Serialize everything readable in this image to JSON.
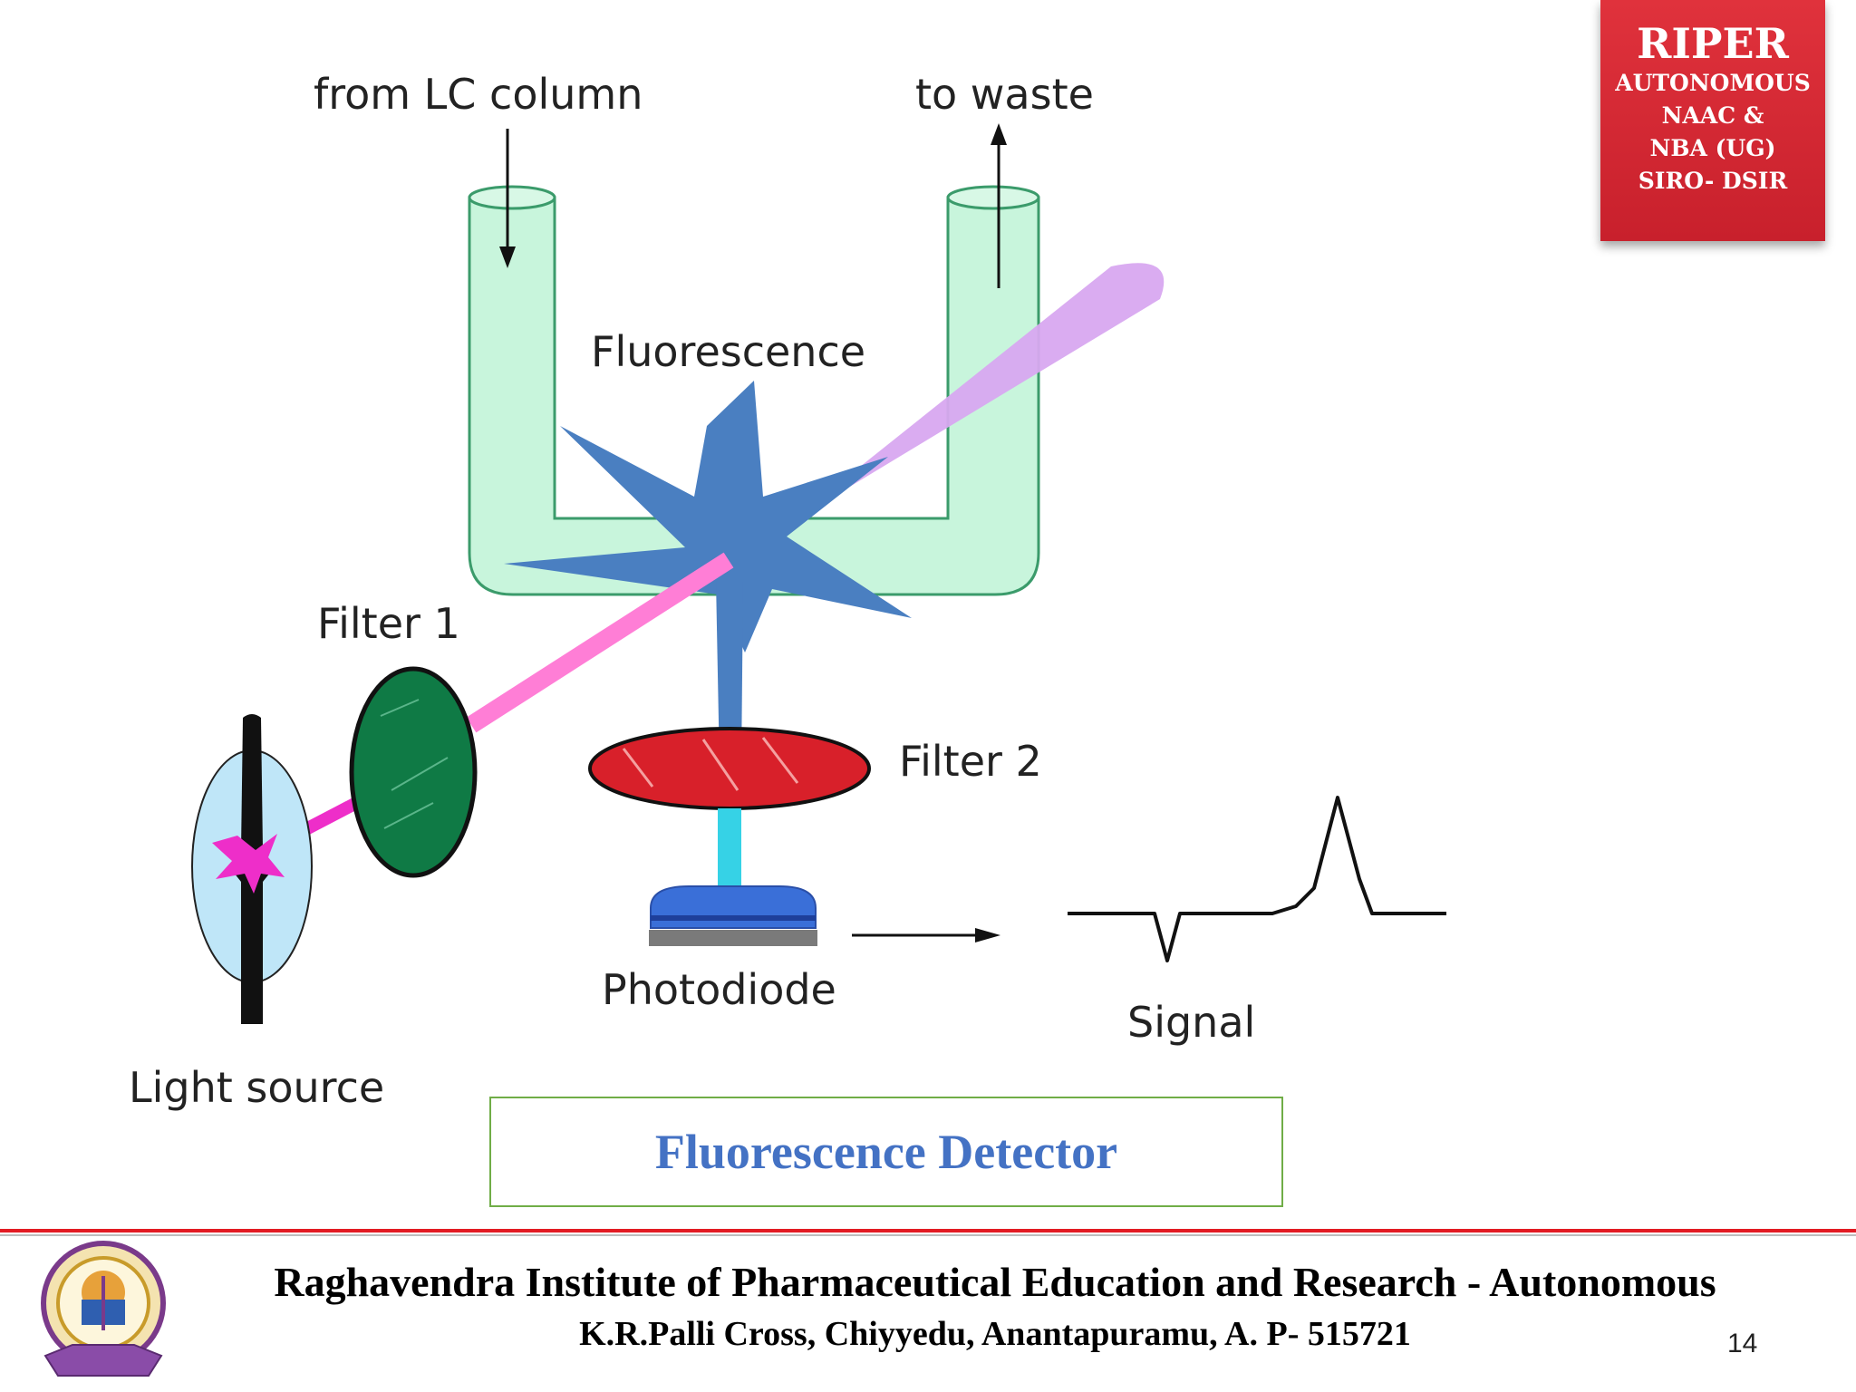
{
  "badge": {
    "title": "RIPER",
    "lines": [
      "AUTONOMOUS",
      "NAAC &",
      "NBA (UG)",
      "SIRO- DSIR"
    ],
    "color": "#d42a34"
  },
  "diagram": {
    "labels": {
      "from_lc_column": "from LC column",
      "to_waste": "to waste",
      "fluorescence": "Fluorescence",
      "filter1": "Filter 1",
      "filter2": "Filter 2",
      "photodiode": "Photodiode",
      "signal": "Signal",
      "light_source": "Light source"
    },
    "colors": {
      "flow_cell": "#c8f5dc",
      "burst": "#4a7fc1",
      "excitation_beam": "#ff7ed6",
      "emission_cone": "#d8a8f0",
      "filter1": "#0f7a45",
      "filter2": "#d8202a",
      "detector_beam": "#36d2e6",
      "photodiode": "#3a6fd8"
    }
  },
  "caption": "Fluorescence Detector",
  "footer": {
    "institution": "Raghavendra Institute of Pharmaceutical Education and Research - Autonomous",
    "address": "K.R.Palli Cross, Chiyyedu, Anantapuramu, A. P- 515721",
    "page_number": "14"
  }
}
